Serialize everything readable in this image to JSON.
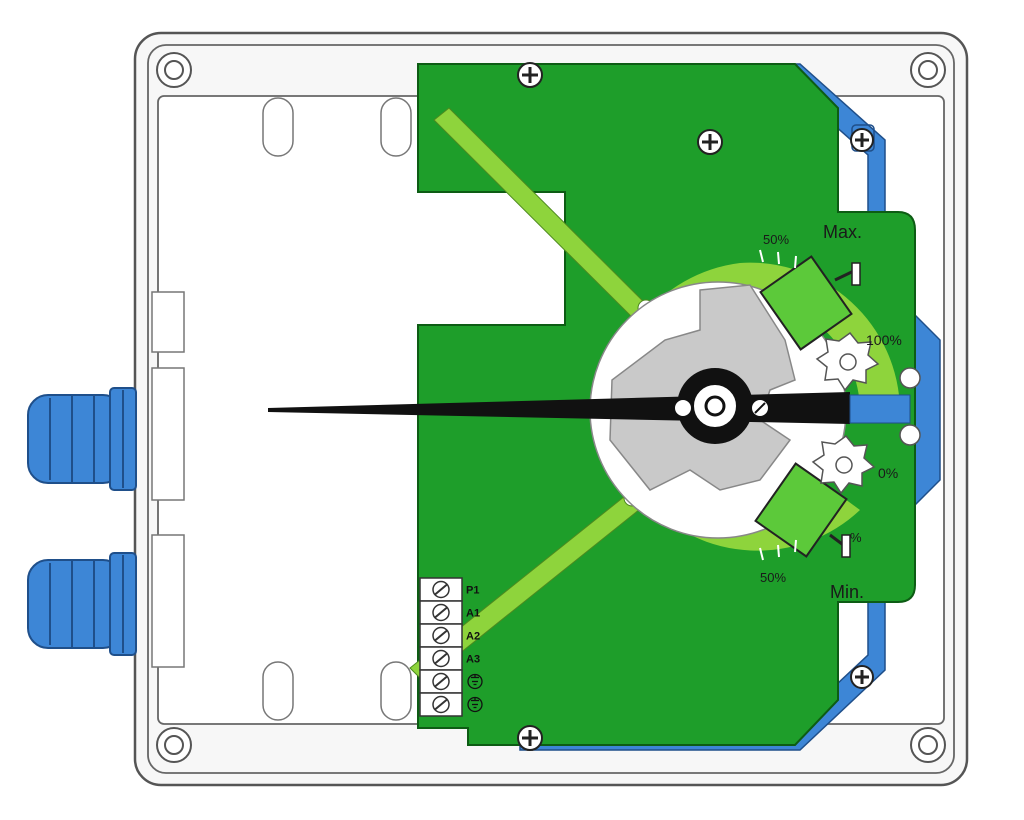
{
  "labels": {
    "max": "Max.",
    "min": "Min.",
    "max_50": "50%",
    "max_100": "100%",
    "min_50": "50%",
    "min_0": "0%",
    "min_small": "%"
  },
  "terminals": [
    {
      "label": "P1",
      "symbol": "screw"
    },
    {
      "label": "A1",
      "symbol": "screw"
    },
    {
      "label": "A2",
      "symbol": "screw"
    },
    {
      "label": "A3",
      "symbol": "screw"
    },
    {
      "label": "",
      "symbol": "ground"
    },
    {
      "label": "",
      "symbol": "ground"
    }
  ],
  "colors": {
    "pcb": "#1e9e2a",
    "pcb_light": "#8ed43c",
    "bracket": "#3d86d6",
    "gland": "#3d86d6",
    "pointer": "#111111",
    "cam": "#c9c9c9",
    "enclosure": "#f5f5f5",
    "outline": "#444444"
  },
  "icons": [
    "cable-gland-icon",
    "screw-icon",
    "ground-icon",
    "adjustment-knob-icon"
  ]
}
